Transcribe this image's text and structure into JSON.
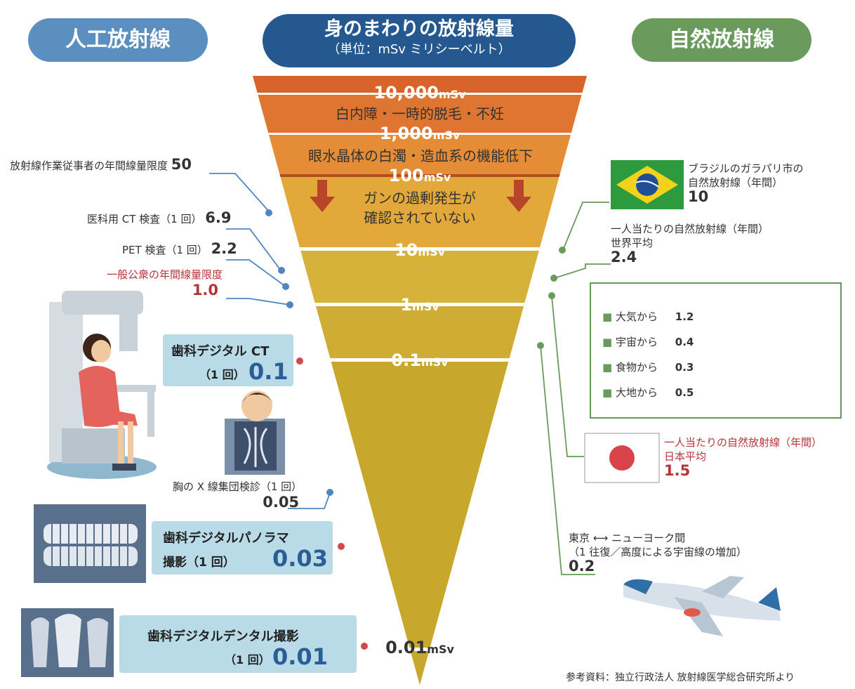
{
  "headers": {
    "left": "人工放射線",
    "center_title": "身のまわりの放射線量",
    "center_sub": "（単位：mSv ミリシーベルト）",
    "right": "自然放射線"
  },
  "levels": [
    {
      "num": "10,000",
      "unit": "mSv"
    },
    {
      "num": "1,000",
      "unit": "mSv"
    },
    {
      "num": "100",
      "unit": "mSv"
    },
    {
      "num": "10",
      "unit": "mSv"
    },
    {
      "num": "1",
      "unit": "mSv"
    },
    {
      "num": "0.1",
      "unit": "mSv"
    },
    {
      "num": "0.01",
      "unit": "mSv"
    }
  ],
  "bands": {
    "b1": "白内障・一時的脱毛・不妊",
    "b2": "眼水晶体の白濁・造血系の機能低下",
    "b3_line1": "ガンの過剰発生が",
    "b3_line2": "確認されていない"
  },
  "left_items": {
    "worker": {
      "label": "放射線作業従事者の年間線量限度",
      "value": "50"
    },
    "ct": {
      "label": "医科用 CT 検査（1 回）",
      "value": "6.9"
    },
    "pet": {
      "label": "PET 検査（1 回）",
      "value": "2.2"
    },
    "public": {
      "label": "一般公衆の年間線量限度",
      "value": "1.0"
    },
    "chest": {
      "label": "胸の X 線集団検診（1 回）",
      "value": "0.05"
    }
  },
  "boxes": {
    "dental_ct": {
      "title": "歯科デジタル CT",
      "sub": "（1 回）",
      "value": "0.1"
    },
    "panorama": {
      "title": "歯科デジタルパノラマ",
      "sub": "撮影（1 回）",
      "value": "0.03"
    },
    "dental": {
      "title": "歯科デジタルデンタル撮影",
      "sub": "（1 回）",
      "value": "0.01"
    }
  },
  "right_items": {
    "brazil": {
      "line1": "ブラジルのガラパリ市の",
      "line2": "自然放射線（年間）",
      "value": "10"
    },
    "world": {
      "line1": "一人当たりの自然放射線（年間）",
      "line2": "世界平均",
      "value": "2.4"
    },
    "breakdown": [
      {
        "label": "大気から",
        "value": "1.2"
      },
      {
        "label": "宇宙から",
        "value": "0.4"
      },
      {
        "label": "食物から",
        "value": "0.3"
      },
      {
        "label": "大地から",
        "value": "0.5"
      }
    ],
    "japan": {
      "line1": "一人当たりの自然放射線（年間）",
      "line2": "日本平均",
      "value": "1.5"
    },
    "flight": {
      "from": "東京",
      "to": "ニューヨーク間",
      "line2": "（1 往復／高度による宇宙線の増加）",
      "value": "0.2"
    }
  },
  "source": "参考資料：独立行政法人 放射線医学総合研究所より",
  "colors": {
    "blue_header": "#5b8fbf",
    "navy_header": "#24588f",
    "green_header": "#6a9a5c",
    "accent_red": "#b8323a",
    "box_blue": "#b9dbe7"
  }
}
